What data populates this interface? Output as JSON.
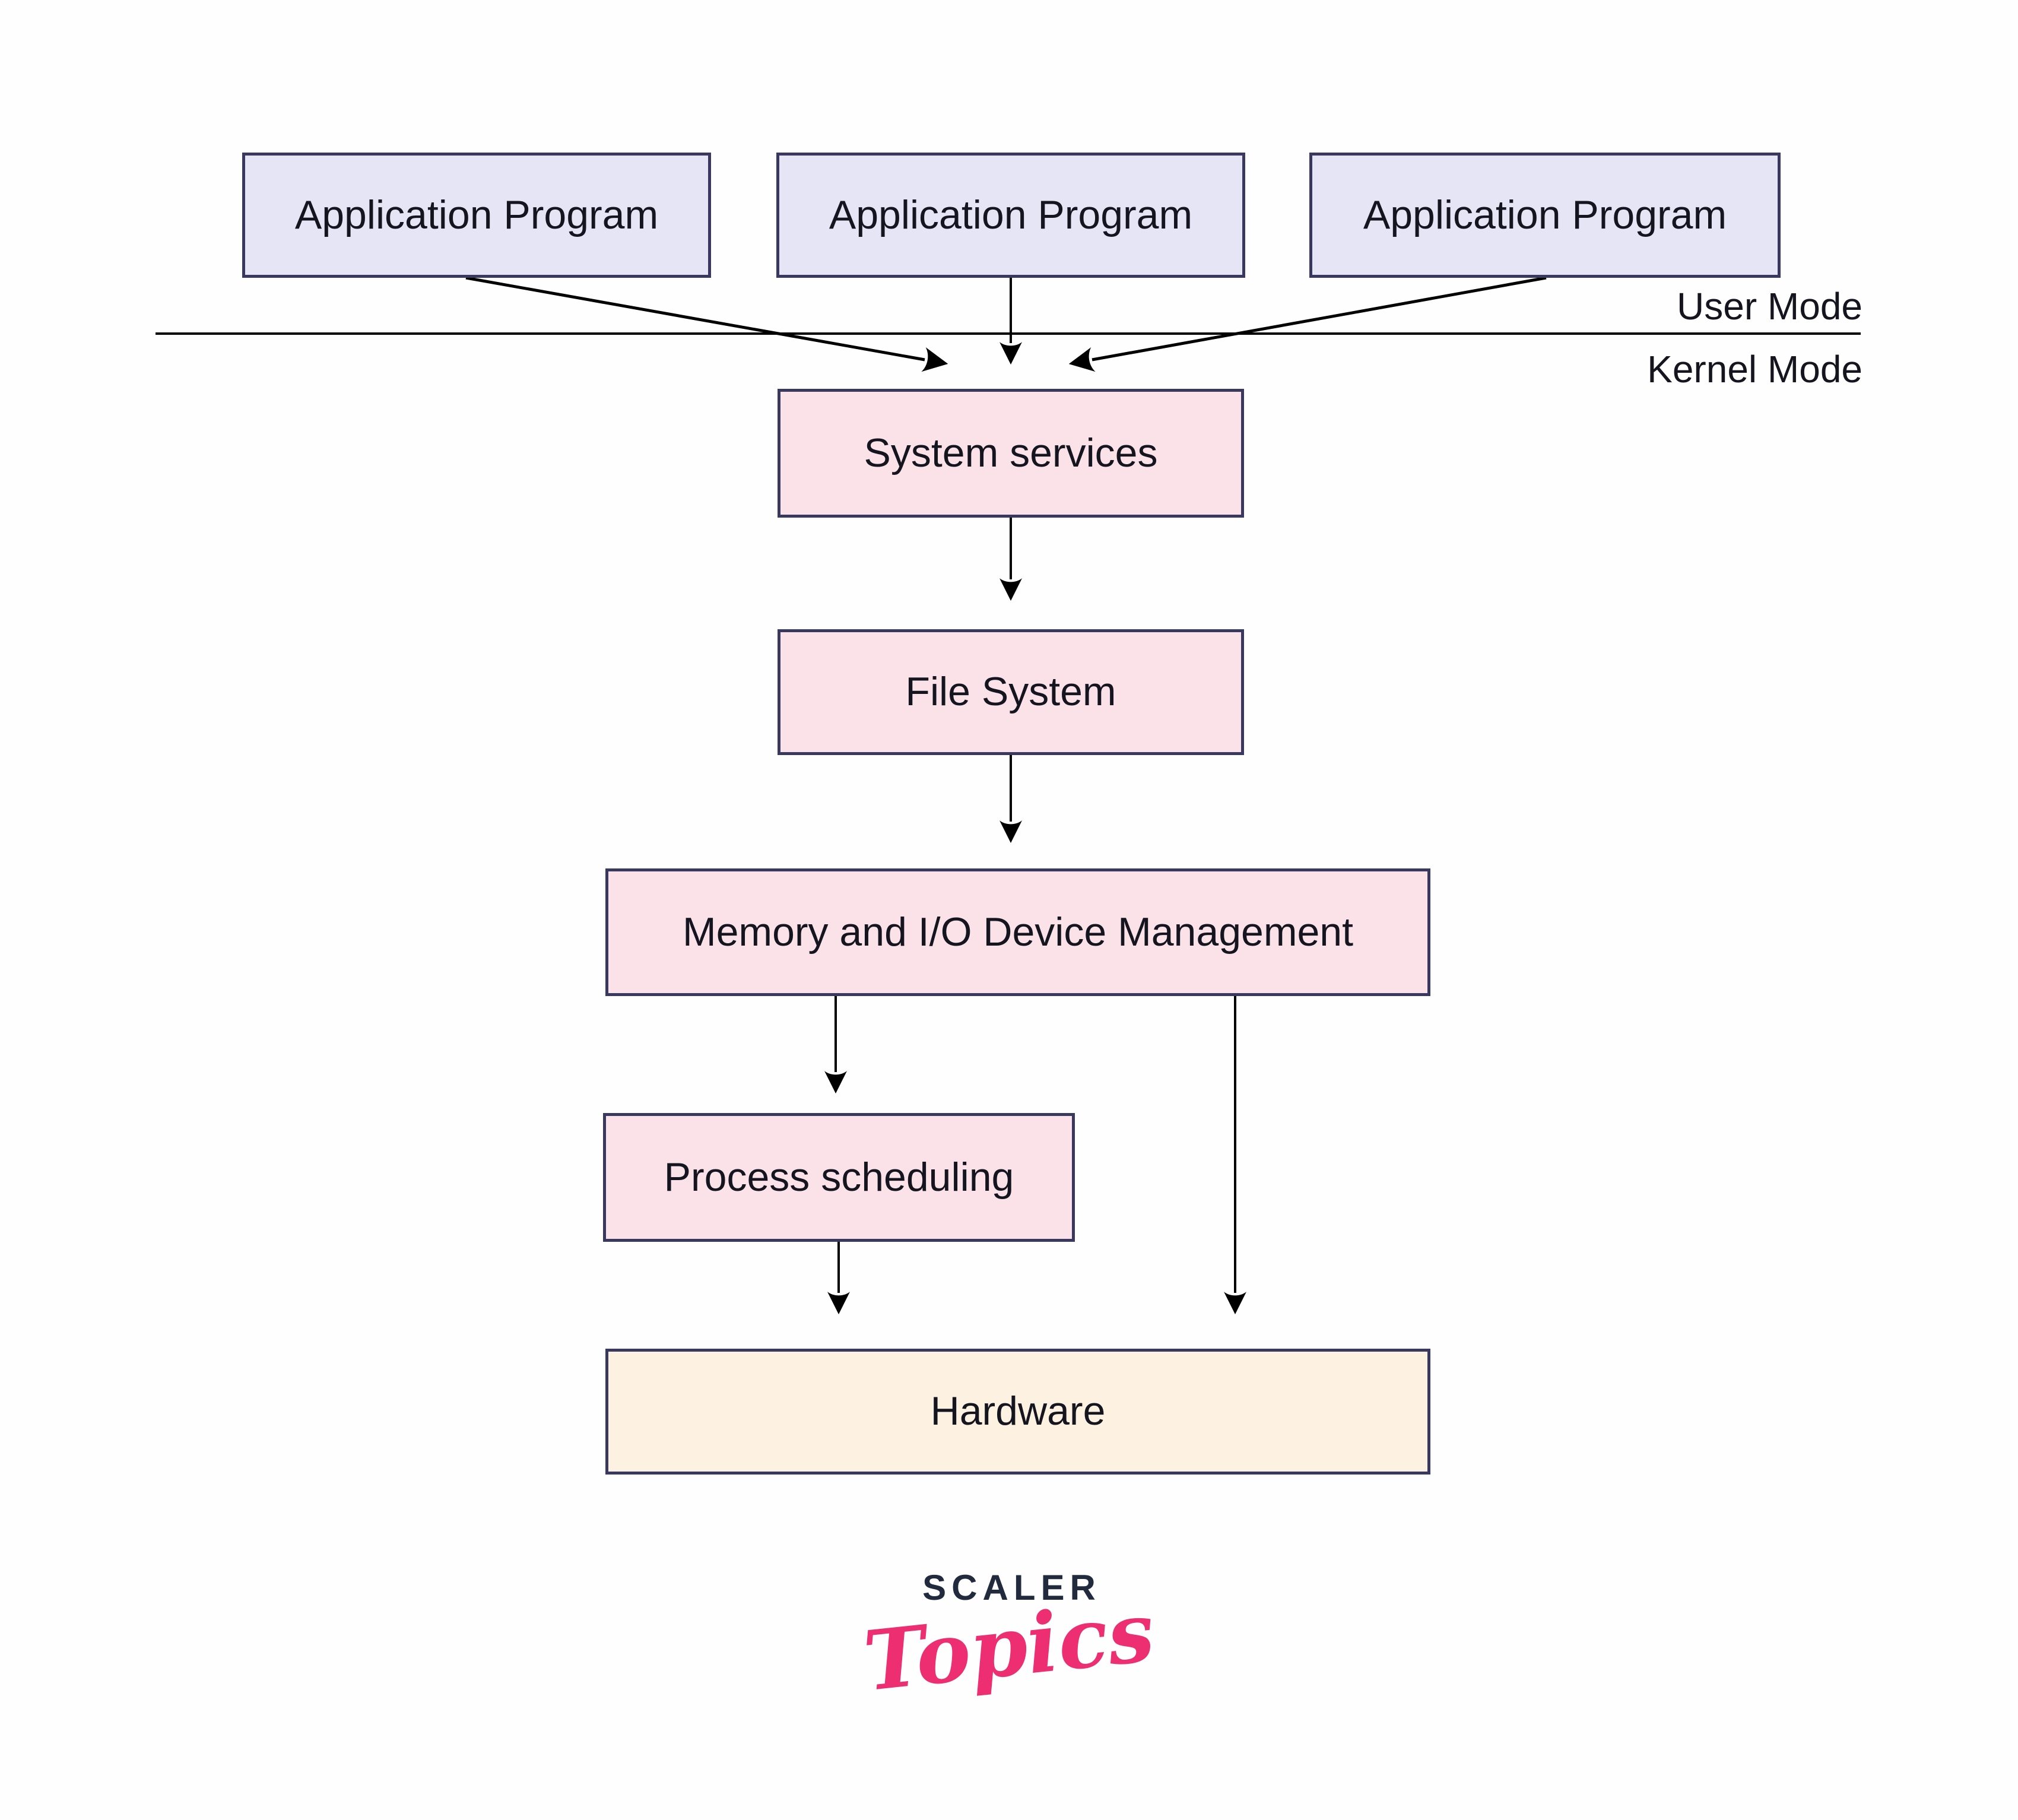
{
  "diagram": {
    "boxes": {
      "app1": "Application Program",
      "app2": "Application Program",
      "app3": "Application Program",
      "system_services": "System services",
      "file_system": "File System",
      "memory_io": "Memory and I/O Device Management",
      "process_scheduling": "Process scheduling",
      "hardware": "Hardware"
    },
    "mode_labels": {
      "user": "User Mode",
      "kernel": "Kernel Mode"
    },
    "logo": {
      "primary": "SCALER",
      "secondary": "Topics"
    },
    "colors": {
      "application_box_fill": "#e6e5f6",
      "kernel_component_box_fill": "#fbe1e8",
      "hardware_box_fill": "#fdf2e1",
      "box_border": "#39395f",
      "connector_line": "#000000",
      "logo_navy": "#212b3d",
      "logo_pink": "#ed2f72"
    }
  }
}
